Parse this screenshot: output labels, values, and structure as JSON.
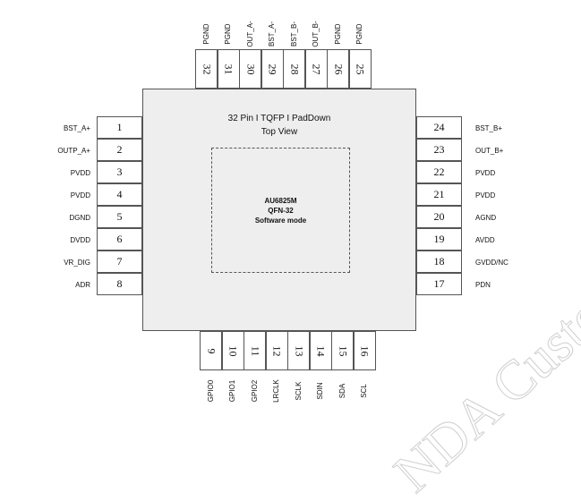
{
  "package": {
    "title_line1": "32 Pin I TQFP I PadDown",
    "title_line2": "Top View",
    "center_line1": "AU6825M",
    "center_line2": "QFN-32",
    "center_line3": "Software mode"
  },
  "pins_left": [
    {
      "num": "1",
      "name": "BST_A+"
    },
    {
      "num": "2",
      "name": "OUTP_A+"
    },
    {
      "num": "3",
      "name": "PVDD"
    },
    {
      "num": "4",
      "name": "PVDD"
    },
    {
      "num": "5",
      "name": "DGND"
    },
    {
      "num": "6",
      "name": "DVDD"
    },
    {
      "num": "7",
      "name": "VR_DIG"
    },
    {
      "num": "8",
      "name": "ADR"
    }
  ],
  "pins_right": [
    {
      "num": "24",
      "name": "BST_B+"
    },
    {
      "num": "23",
      "name": "OUT_B+"
    },
    {
      "num": "22",
      "name": "PVDD"
    },
    {
      "num": "21",
      "name": "PVDD"
    },
    {
      "num": "20",
      "name": "AGND"
    },
    {
      "num": "19",
      "name": "AVDD"
    },
    {
      "num": "18",
      "name": "GVDD/NC"
    },
    {
      "num": "17",
      "name": "PDN"
    }
  ],
  "pins_top": [
    {
      "num": "32",
      "name": "PGND"
    },
    {
      "num": "31",
      "name": "PGND"
    },
    {
      "num": "30",
      "name": "OUT_A-"
    },
    {
      "num": "29",
      "name": "BST_A-"
    },
    {
      "num": "28",
      "name": "BST_B-"
    },
    {
      "num": "27",
      "name": "OUT_B-"
    },
    {
      "num": "26",
      "name": "PGND"
    },
    {
      "num": "25",
      "name": "PGND"
    }
  ],
  "pins_bottom": [
    {
      "num": "9",
      "name": "GPIO0"
    },
    {
      "num": "10",
      "name": "GPIO1"
    },
    {
      "num": "11",
      "name": "GPIO2"
    },
    {
      "num": "12",
      "name": "LRCLK"
    },
    {
      "num": "13",
      "name": "SCLK"
    },
    {
      "num": "14",
      "name": "SDIN"
    },
    {
      "num": "15",
      "name": "SDA"
    },
    {
      "num": "16",
      "name": "SCL"
    }
  ],
  "watermark": "NDA Custom"
}
